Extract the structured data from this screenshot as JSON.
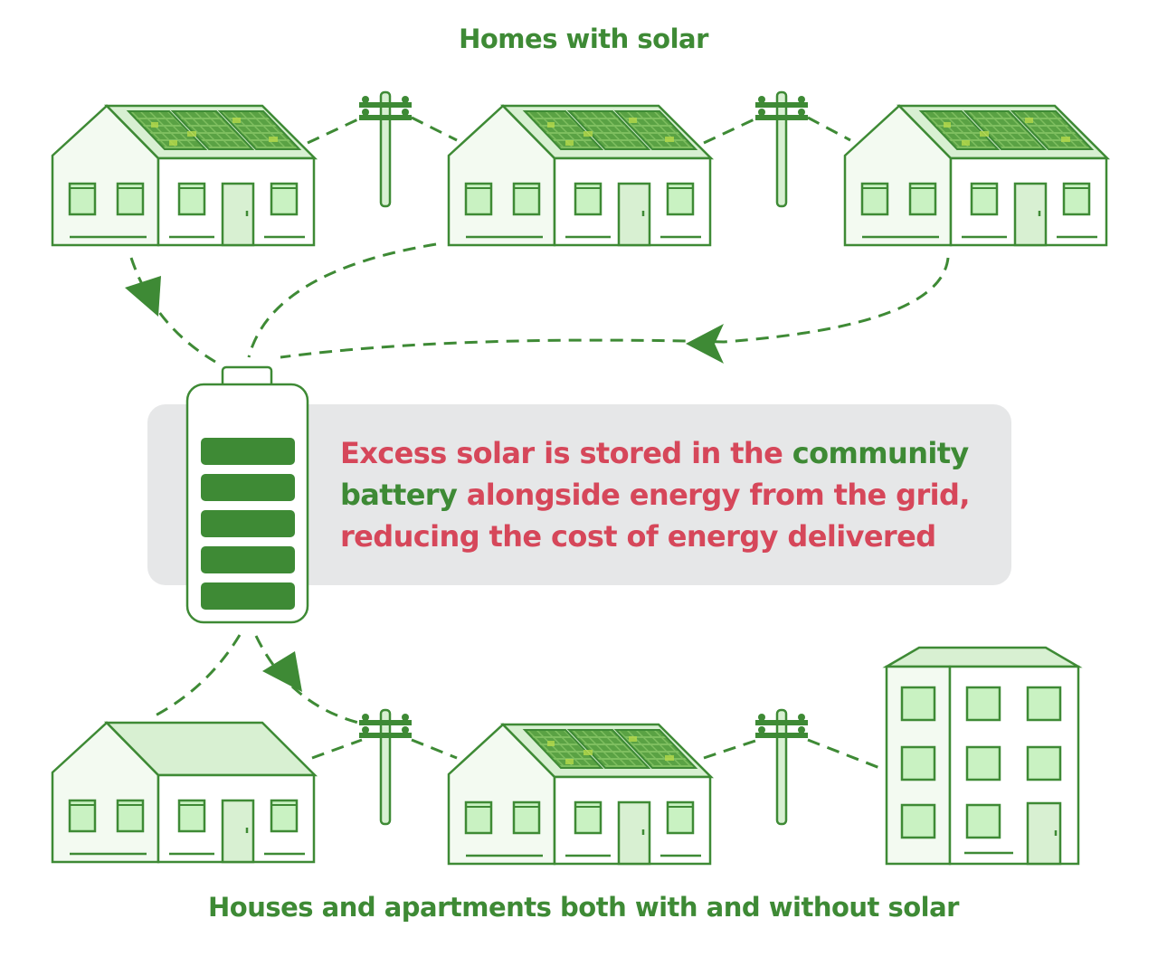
{
  "top_title": "Homes with solar",
  "bottom_title": "Houses and apartments both with and without solar",
  "message": {
    "part1": "Excess solar is stored in the ",
    "part2": "community battery",
    "part3": " alongside energy from the grid, reducing the cost of energy delivered"
  },
  "battery": {
    "charge_bars_filled": 5,
    "charge_bars_total": 5
  },
  "colors": {
    "green": "#3e8a35",
    "red": "#d6475a",
    "light_green": "#c9f2c2",
    "panel_box": "#e6e7e8"
  }
}
